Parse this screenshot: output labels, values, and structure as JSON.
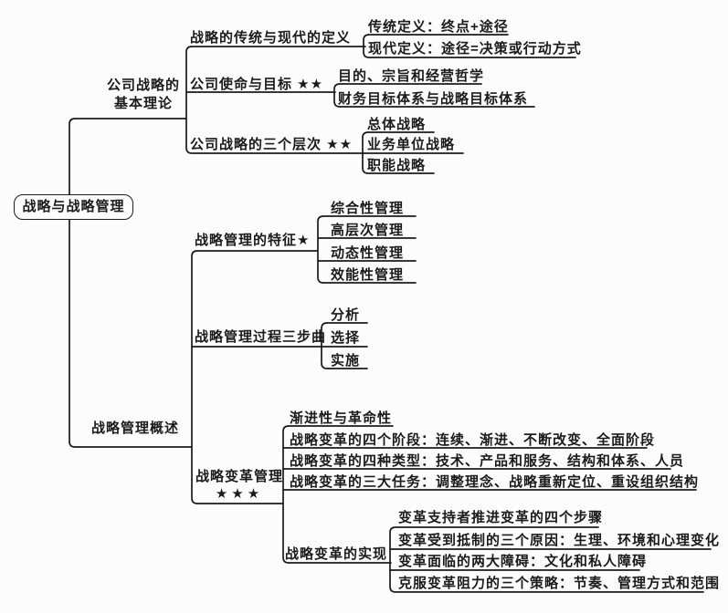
{
  "colors": {
    "ink": "#1b1b1b",
    "background": "#fcfcfc"
  },
  "root": {
    "label": "战略与战略管理"
  },
  "branches": [
    {
      "label": "公司战略的基本理论",
      "children": [
        {
          "label": "战略的传统与现代的定义",
          "children": [
            {
              "label": "传统定义：终点+途径"
            },
            {
              "label": "现代定义：途径=决策或行动方式"
            }
          ]
        },
        {
          "label": "公司使命与目标 ★★",
          "children": [
            {
              "label": "目的、宗旨和经营哲学"
            },
            {
              "label": "财务目标体系与战略目标体系"
            }
          ]
        },
        {
          "label": "公司战略的三个层次 ★★",
          "children": [
            {
              "label": "总体战略"
            },
            {
              "label": "业务单位战略"
            },
            {
              "label": "职能战略"
            }
          ]
        }
      ]
    },
    {
      "label": "战略管理概述",
      "children": [
        {
          "label": "战略管理的特征★",
          "children": [
            {
              "label": "综合性管理"
            },
            {
              "label": "高层次管理"
            },
            {
              "label": "动态性管理"
            },
            {
              "label": "效能性管理"
            }
          ]
        },
        {
          "label": "战略管理过程三步曲",
          "children": [
            {
              "label": "分析"
            },
            {
              "label": "选择"
            },
            {
              "label": "实施"
            }
          ]
        },
        {
          "label": "战略变革管理",
          "stars": "★★★",
          "children": [
            {
              "label": "渐进性与革命性"
            },
            {
              "label": "战略变革的四个阶段：连续、渐进、不断改变、全面阶段"
            },
            {
              "label": "战略变革的四种类型：技术、产品和服务、结构和体系、人员"
            },
            {
              "label": "战略变革的三大任务：调整理念、战略重新定位、重设组织结构"
            },
            {
              "label": "战略变革的实现",
              "children": [
                {
                  "label": "变革支持者推进变革的四个步骤"
                },
                {
                  "label": "变革受到抵制的三个原因：生理、环境和心理变化"
                },
                {
                  "label": "变革面临的两大障碍：文化和私人障碍"
                },
                {
                  "label": "克服变革阻力的三个策略：节奏、管理方式和范围"
                }
              ]
            }
          ]
        }
      ]
    }
  ]
}
